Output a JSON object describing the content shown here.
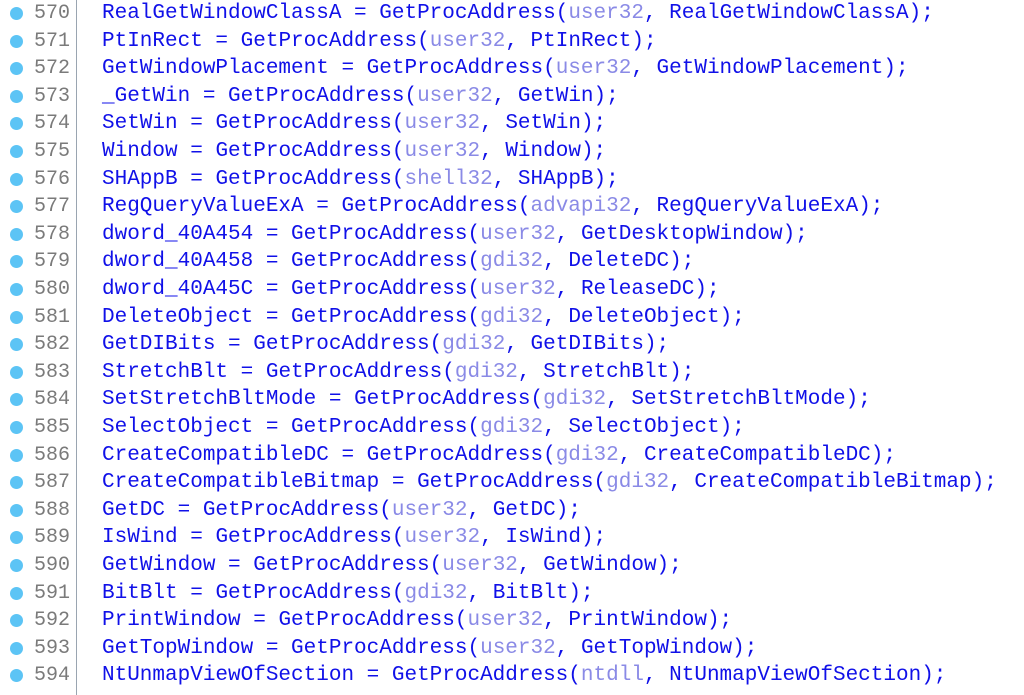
{
  "colors": {
    "code": "#1010e8",
    "module": "#8a8ae6",
    "line_number": "#7a7a7a",
    "breakpoint_dot": "#5cc4f5"
  },
  "lines": [
    {
      "n": "570",
      "lhs": "RealGetWindowClassA",
      "func": "GetProcAddress",
      "mod": "user32",
      "arg": "RealGetWindowClassA"
    },
    {
      "n": "571",
      "lhs": "PtInRect",
      "func": "GetProcAddress",
      "mod": "user32",
      "arg": "PtInRect"
    },
    {
      "n": "572",
      "lhs": "GetWindowPlacement",
      "func": "GetProcAddress",
      "mod": "user32",
      "arg": "GetWindowPlacement"
    },
    {
      "n": "573",
      "lhs": "_GetWin",
      "func": "GetProcAddress",
      "mod": "user32",
      "arg": "GetWin"
    },
    {
      "n": "574",
      "lhs": "SetWin",
      "func": "GetProcAddress",
      "mod": "user32",
      "arg": "SetWin"
    },
    {
      "n": "575",
      "lhs": "Window",
      "func": "GetProcAddress",
      "mod": "user32",
      "arg": "Window"
    },
    {
      "n": "576",
      "lhs": "SHAppB",
      "func": "GetProcAddress",
      "mod": "shell32",
      "arg": "SHAppB"
    },
    {
      "n": "577",
      "lhs": "RegQueryValueExA",
      "func": "GetProcAddress",
      "mod": "advapi32",
      "arg": "RegQueryValueExA"
    },
    {
      "n": "578",
      "lhs": "dword_40A454",
      "func": "GetProcAddress",
      "mod": "user32",
      "arg": "GetDesktopWindow"
    },
    {
      "n": "579",
      "lhs": "dword_40A458",
      "func": "GetProcAddress",
      "mod": "gdi32",
      "arg": "DeleteDC"
    },
    {
      "n": "580",
      "lhs": "dword_40A45C",
      "func": "GetProcAddress",
      "mod": "user32",
      "arg": "ReleaseDC"
    },
    {
      "n": "581",
      "lhs": "DeleteObject",
      "func": "GetProcAddress",
      "mod": "gdi32",
      "arg": "DeleteObject"
    },
    {
      "n": "582",
      "lhs": "GetDIBits",
      "func": "GetProcAddress",
      "mod": "gdi32",
      "arg": "GetDIBits"
    },
    {
      "n": "583",
      "lhs": "StretchBlt",
      "func": "GetProcAddress",
      "mod": "gdi32",
      "arg": "StretchBlt"
    },
    {
      "n": "584",
      "lhs": "SetStretchBltMode",
      "func": "GetProcAddress",
      "mod": "gdi32",
      "arg": "SetStretchBltMode"
    },
    {
      "n": "585",
      "lhs": "SelectObject",
      "func": "GetProcAddress",
      "mod": "gdi32",
      "arg": "SelectObject"
    },
    {
      "n": "586",
      "lhs": "CreateCompatibleDC",
      "func": "GetProcAddress",
      "mod": "gdi32",
      "arg": "CreateCompatibleDC"
    },
    {
      "n": "587",
      "lhs": "CreateCompatibleBitmap",
      "func": "GetProcAddress",
      "mod": "gdi32",
      "arg": "CreateCompatibleBitmap"
    },
    {
      "n": "588",
      "lhs": "GetDC",
      "func": "GetProcAddress",
      "mod": "user32",
      "arg": "GetDC"
    },
    {
      "n": "589",
      "lhs": "IsWind",
      "func": "GetProcAddress",
      "mod": "user32",
      "arg": "IsWind"
    },
    {
      "n": "590",
      "lhs": "GetWindow",
      "func": "GetProcAddress",
      "mod": "user32",
      "arg": "GetWindow"
    },
    {
      "n": "591",
      "lhs": "BitBlt",
      "func": "GetProcAddress",
      "mod": "gdi32",
      "arg": "BitBlt"
    },
    {
      "n": "592",
      "lhs": "PrintWindow",
      "func": "GetProcAddress",
      "mod": "user32",
      "arg": "PrintWindow"
    },
    {
      "n": "593",
      "lhs": "GetTopWindow",
      "func": "GetProcAddress",
      "mod": "user32",
      "arg": "GetTopWindow"
    },
    {
      "n": "594",
      "lhs": "NtUnmapViewOfSection",
      "func": "GetProcAddress",
      "mod": "ntdll",
      "arg": "NtUnmapViewOfSection"
    }
  ]
}
